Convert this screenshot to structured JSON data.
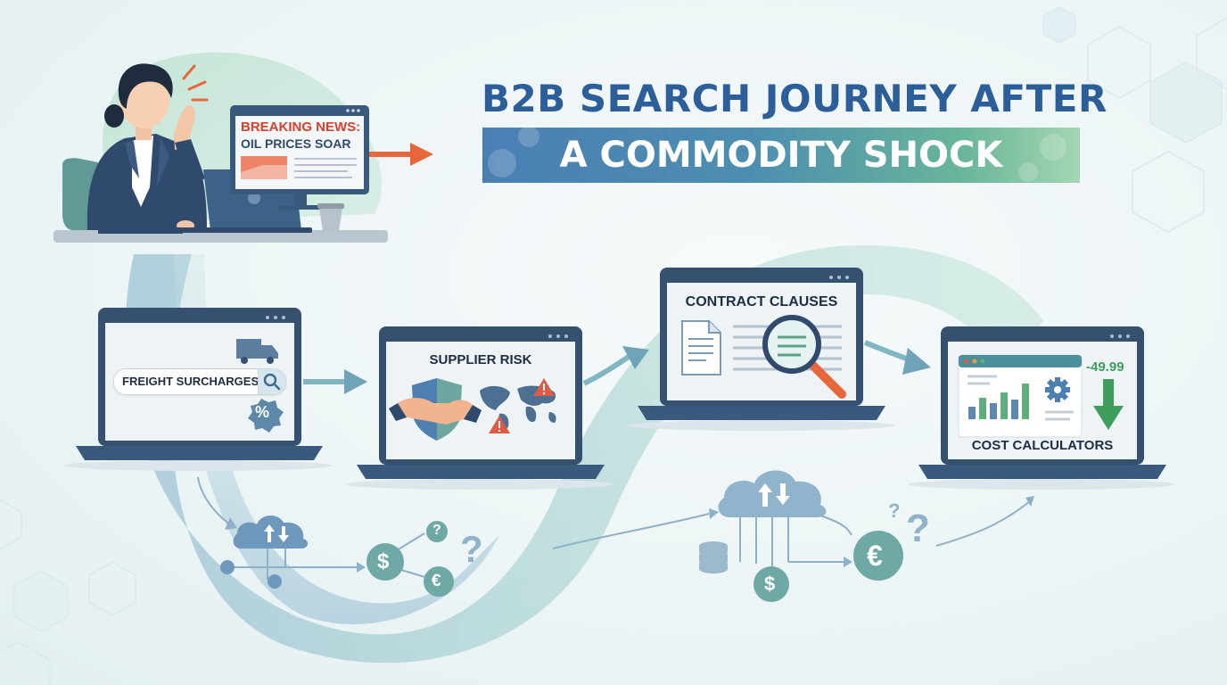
{
  "title": {
    "line1": "B2B SEARCH JOURNEY AFTER",
    "line2": "A COMMODITY SHOCK"
  },
  "news_screen": {
    "headline": "BREAKING NEWS:",
    "subline": "OIL PRICES SOAR"
  },
  "steps": [
    {
      "label": "FREIGHT SURCHARGES"
    },
    {
      "label": "SUPPLIER RISK"
    },
    {
      "label": "CONTRACT CLAUSES"
    },
    {
      "label": "COST CALCULATORS"
    }
  ],
  "cost_calculator": {
    "change_value": "-49.99"
  },
  "flow_icons": {
    "question_mark": "?",
    "dollar": "$",
    "euro": "€",
    "percent": "%"
  },
  "colors": {
    "title_blue": "#2c5e9a",
    "band_start": "#4a7fb4",
    "band_end": "#a4d6b3",
    "news_red": "#d6402f",
    "arrow_orange": "#e8663c",
    "flow_teal": "#7fb6c2",
    "laptop_navy": "#35516f",
    "chart_green": "#5fae7e",
    "cost_green": "#3f9e5c"
  }
}
